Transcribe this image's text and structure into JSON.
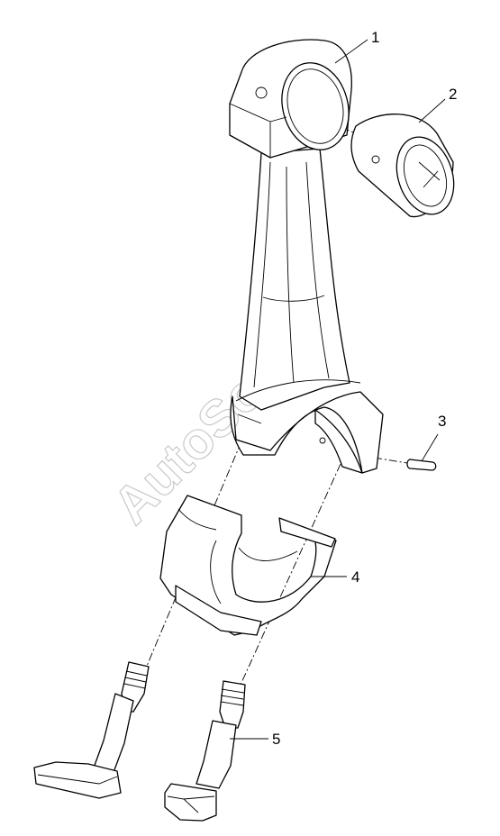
{
  "watermark": "AutoSoft",
  "callouts": [
    {
      "label": "1",
      "part": "connecting-rod-small-end"
    },
    {
      "label": "2",
      "part": "small-end-bushing"
    },
    {
      "label": "3",
      "part": "dowel-pin"
    },
    {
      "label": "4",
      "part": "connecting-rod-cap"
    },
    {
      "label": "5",
      "part": "connecting-rod-bolts"
    }
  ]
}
